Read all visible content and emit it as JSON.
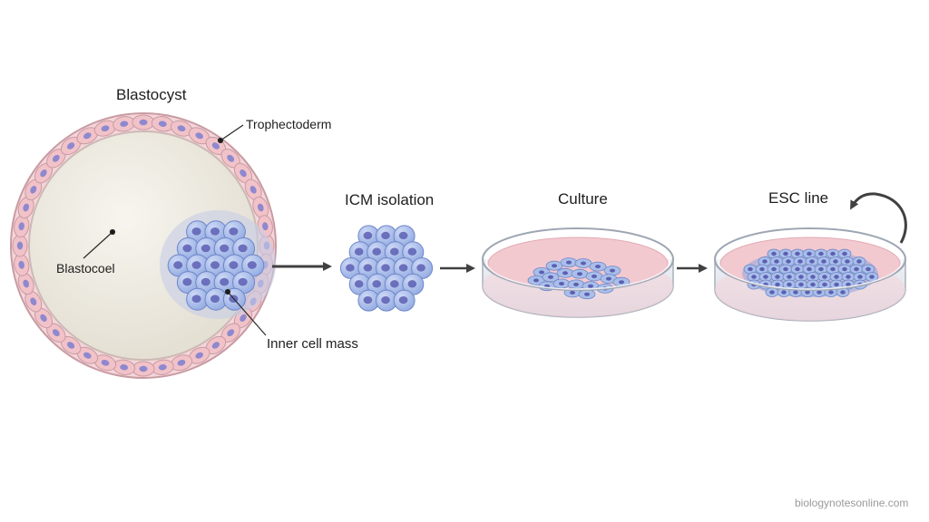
{
  "labels": {
    "blastocyst": "Blastocyst",
    "trophectoderm": "Trophectoderm",
    "blastocoel": "Blastocoel",
    "inner_cell_mass": "Inner cell mass",
    "icm_isolation": "ICM isolation",
    "culture": "Culture",
    "esc_line": "ESC line"
  },
  "watermark": "biologynotesonline.com",
  "colors": {
    "trophectoderm_cell": "#f1c3c8",
    "trophectoderm_nucleus": "#8e88cf",
    "blastocoel_fill": "#ece8de",
    "icm_cell": "#a9bfe9",
    "icm_nucleus": "#5d5fb3",
    "dish_medium": "#f3c9d0",
    "dish_glass": "#dfe3ea",
    "arrow": "#404040"
  }
}
